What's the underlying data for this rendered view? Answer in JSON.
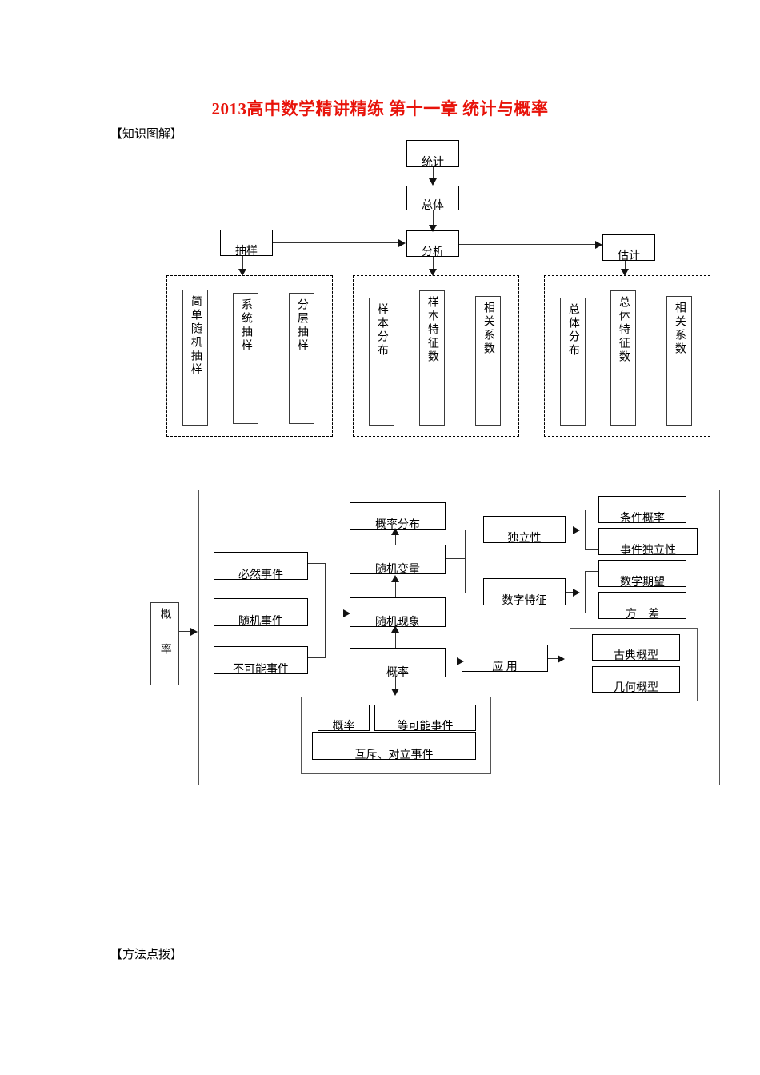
{
  "document": {
    "title": "2013高中数学精讲精练 第十一章 统计与概率",
    "title_color": "#e8130a",
    "sections": {
      "knowledge": "【知识图解】",
      "method": "【方法点拨】"
    }
  },
  "statistics_diagram": {
    "nodes": {
      "tongji": "统计",
      "zongti": "总体",
      "fenxi": "分析",
      "chouyang": "抽样",
      "guji": "估计"
    },
    "groups": [
      {
        "name": "sampling-methods",
        "items": [
          "简单随机抽样",
          "系统抽样",
          "分层抽样"
        ]
      },
      {
        "name": "sample-analysis",
        "items": [
          "样本分布",
          "样本特征数",
          "相关系数"
        ]
      },
      {
        "name": "population-estimation",
        "items": [
          "总体分布",
          "总体特征数",
          "相关系数"
        ]
      }
    ]
  },
  "probability_diagram": {
    "root": "概率",
    "events": [
      "必然事件",
      "随机事件",
      "不可能事件"
    ],
    "center": {
      "suiji_xianxiang": "随机现象",
      "suiji_bianliang": "随机变量",
      "gailv_fenbu": "概率分布",
      "gailv": "概率"
    },
    "branches": {
      "duli_xing": "独立性",
      "shuzi_tezheng": "数字特征",
      "ying_yong": "应  用"
    },
    "leaves": {
      "tiaojian_gailv": "条件概率",
      "shijian_duli_xing": "事件独立性",
      "shuxue_qiwang": "数学期望",
      "fang_cha": "方　差",
      "gudian_gaixing": "古典概型",
      "jihe_gaixing": "几何概型"
    },
    "basics": {
      "gailv": "概率",
      "deng_keneng": "等可能事件",
      "hu_chi_duili": "互斥、对立事件"
    }
  }
}
